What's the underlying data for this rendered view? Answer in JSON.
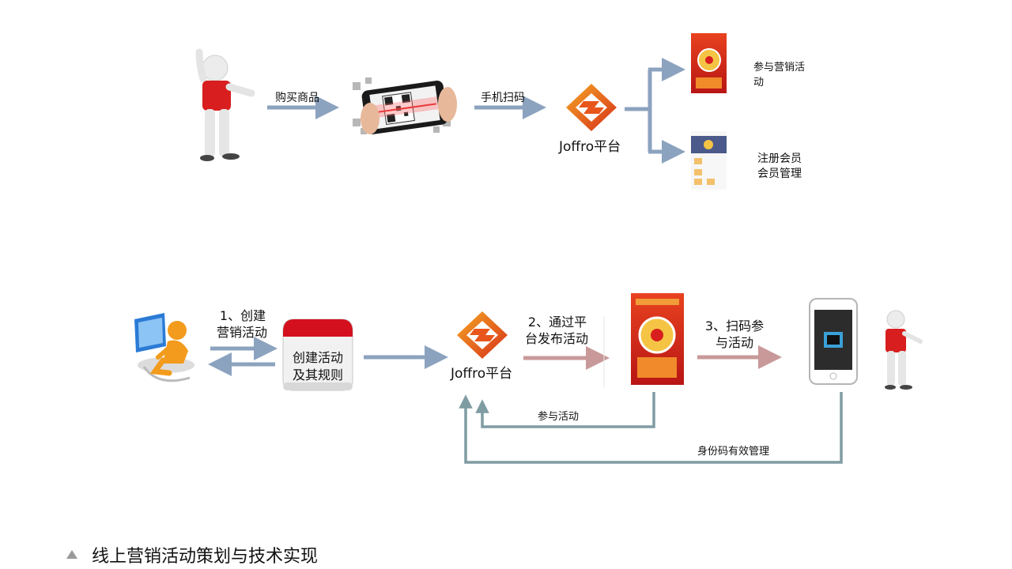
{
  "top_flow": {
    "step1_label": "购买商品",
    "step2_label": "手机扫码",
    "platform_label": "Joffro平台",
    "branch1_label_line1": "参与营销活",
    "branch1_label_line2": "动",
    "branch2_label_line1": "注册会员",
    "branch2_label_line2": "会员管理"
  },
  "bottom_flow": {
    "create_label_line1": "1、创建",
    "create_label_line2": "营销活动",
    "calendar_line1": "创建活动",
    "calendar_line2": "及其规则",
    "platform_label": "Joffro平台",
    "publish_label_line1": "2、通过平",
    "publish_label_line2": "台发布活动",
    "scan_label_line1": "3、扫码参",
    "scan_label_line2": "与活动",
    "feedback1_label": "参与活动",
    "feedback2_label": "身份码有效管理"
  },
  "footer": {
    "title": "线上营销活动策划与技术实现"
  },
  "colors": {
    "arrow_blue": "#8ca3bf",
    "arrow_pink": "#c99999",
    "feedback_line": "#7f9ca2",
    "figure_red": "#d81e1e",
    "logo_orange": "#e8561c",
    "calendar_red": "#d4101e"
  }
}
